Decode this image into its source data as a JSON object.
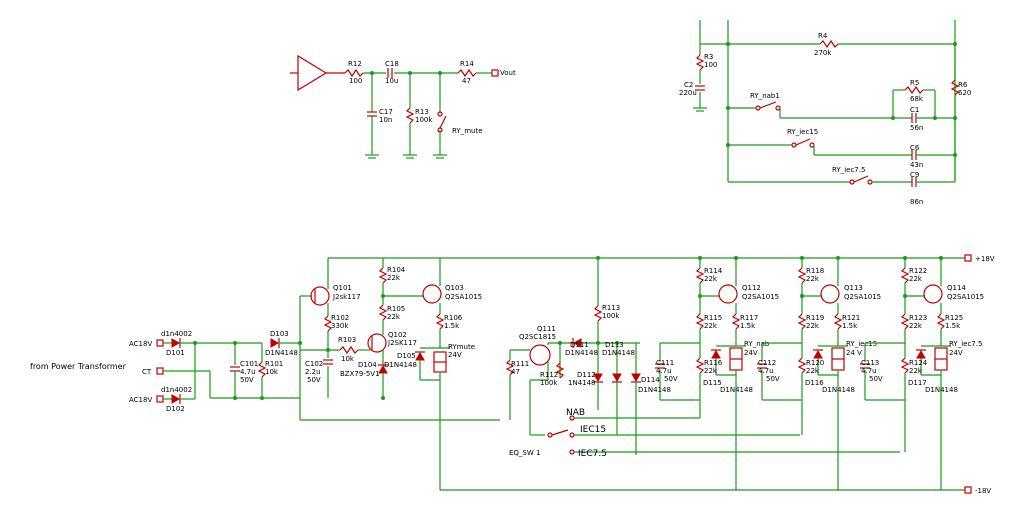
{
  "labels": {
    "R12": "R12",
    "R12v": "100",
    "C18": "C18",
    "C18v": "10u",
    "R14": "R14",
    "R14v": "47",
    "vout": "Vout",
    "C17": "C17",
    "C17v": "10n",
    "R13": "R13",
    "R13v": "100k",
    "rymute_sw": "RY_mute",
    "R3": "R3",
    "R3v": "100",
    "C2": "C2",
    "C2v": "220u",
    "R4": "R4",
    "R4v": "270k",
    "R5": "R5",
    "R5v": "68k",
    "R6": "R6",
    "R6v": "620",
    "C1": "C1",
    "C1v": "56n",
    "C6": "C6",
    "C6v": "43n",
    "C9": "C9",
    "C9v": "86n",
    "rynab1": "RY_nab1",
    "ryiec15": "RY_iec15",
    "ryiec75": "RY_iec7.5",
    "p18": "+18V",
    "m18": "-18V",
    "ac1": "AC18V",
    "ct": "CT",
    "ac2": "AC18V",
    "transformer": "from Power Transformer",
    "D101": "D101",
    "D101v": "d1n4002",
    "D102": "D102",
    "D102v": "d1n4002",
    "D103": "D103",
    "D103v": "D1N4148",
    "C101": "C101",
    "C101a": "4.7u",
    "C101b": "50V",
    "R101": "R101",
    "R101v": "10k",
    "Q101": "Q101",
    "Q101v": "J2sk117",
    "R102": "R102",
    "R102v": "330k",
    "R103": "R103",
    "R103v": "10k",
    "C102": "C102",
    "C102a": "2.2u",
    "C102b": "50V",
    "R104": "R104",
    "R104v": "22k",
    "R105": "R105",
    "R105v": "22k",
    "Q102": "Q102",
    "Q102v": "J2SK117",
    "D104": "D104",
    "D104v": "BZX79-5V1",
    "D105": "D105",
    "D105v": "D1N4148",
    "Q103": "Q103",
    "Q103v": "Q2SA1015",
    "R106": "R106",
    "R106v": "1.5k",
    "rymute": "RYmute",
    "rymutev": "24V",
    "R111": "R111",
    "R111v": "47",
    "Q111": "Q111",
    "Q111v": "Q2SC1815",
    "R112": "R112",
    "R112v": "100k",
    "D111": "D111",
    "D111v": "D1N4148",
    "D112": "D112",
    "D112v": "1N4148",
    "D113": "D113",
    "D113v": "D1N4148",
    "D114": "D114",
    "D114v": "D1N4148",
    "R113": "R113",
    "R113v": "100k",
    "C111": "C111",
    "C111a": "4.7u",
    "C111b": "50V",
    "R114": "R114",
    "R114v": "22k",
    "R115": "R115",
    "R115v": "22k",
    "R116": "R116",
    "R116v": "22k",
    "Q112": "Q112",
    "Q112v": "Q2SA1015",
    "R117": "R117",
    "R117v": "1.5k",
    "rynab": "RY_nab",
    "rynabv": "24V",
    "D115": "D115",
    "D115v": "D1N4148",
    "C112": "C112",
    "C112a": "4.7u",
    "C112b": "50V",
    "R118": "R118",
    "R118v": "22k",
    "R119": "R119",
    "R119v": "22k",
    "R120": "R120",
    "R120v": "22k",
    "Q113": "Q113",
    "Q113v": "Q2SA1015",
    "R121": "R121",
    "R121v": "1.5k",
    "ryiec15r": "RY_iec15",
    "ryiec15v": "24 V",
    "D116": "D116",
    "D116v": "D1N4148",
    "C113": "C113",
    "C113a": "4.7u",
    "C113b": "50V",
    "R122": "R122",
    "R122v": "22k",
    "R123": "R123",
    "R123v": "22k",
    "R124": "R124",
    "R124v": "22k",
    "Q114": "Q114",
    "Q114v": "Q2SA1015",
    "R125": "R125",
    "R125v": "1.5k",
    "ryiec75r": "RY_iec7.5",
    "ryiec75v": "24V",
    "D117": "D117",
    "D117v": "D1N4148",
    "nab": "NAB",
    "iec15": "IEC15",
    "iec75": "IEC7.5",
    "eqsw": "EQ_SW 1"
  },
  "colors": {
    "wire": "#1a9a1a",
    "component": "#c00000",
    "text": "#000000"
  }
}
